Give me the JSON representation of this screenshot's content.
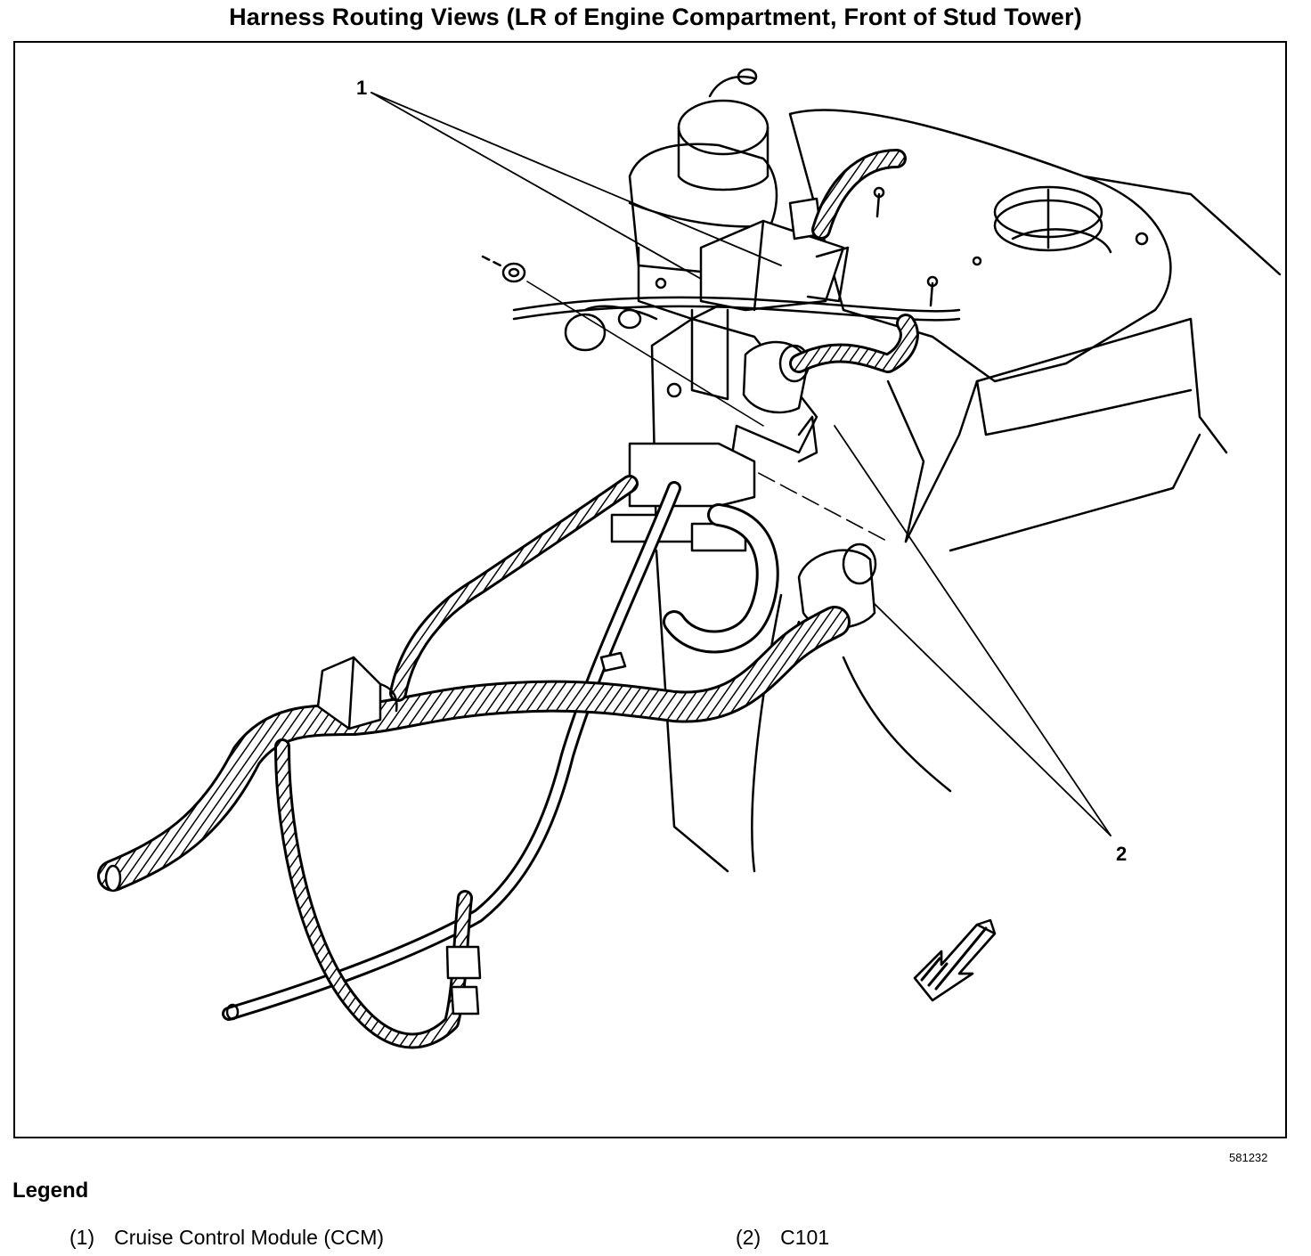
{
  "title": "Harness Routing Views (LR of Engine Compartment, Front of Stud Tower)",
  "callouts": [
    {
      "label": "1"
    },
    {
      "label": "2"
    }
  ],
  "figure_id": "581232",
  "legend": {
    "title": "Legend",
    "items": [
      {
        "number": "(1)",
        "label": "Cruise Control Module (CCM)"
      },
      {
        "number": "(2)",
        "label": "C101"
      }
    ]
  }
}
